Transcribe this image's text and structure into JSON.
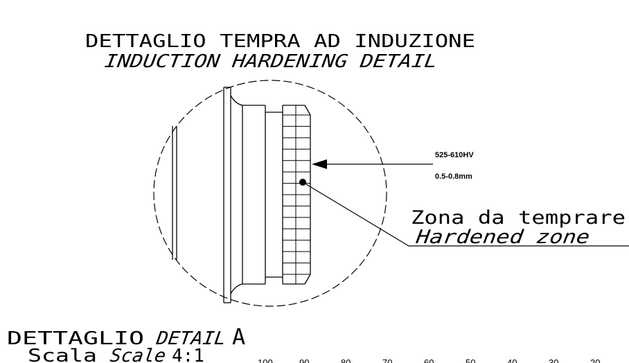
{
  "title": {
    "line1": "DETTAGLIO TEMPRA AD INDUZIONE",
    "line2": "INDUCTION HARDENING DETAIL"
  },
  "callout": {
    "hardness": "525-610HV",
    "depth": "0.5-0.8mm"
  },
  "zone_label": {
    "italian": "Zona da temprare",
    "english": "Hardened zone"
  },
  "detail_label": {
    "prefix": "DETTAGLIO",
    "detail_en": "DETAIL",
    "letter": "A",
    "scale_it": "Scala",
    "scale_en": "Scale",
    "scale_value": "4:1"
  },
  "ruler_ticks": [
    "100",
    "90",
    "80",
    "70",
    "60",
    "50",
    "40",
    "30",
    "20"
  ],
  "colors": {
    "ink": "#000000",
    "paper": "#ffffff"
  }
}
